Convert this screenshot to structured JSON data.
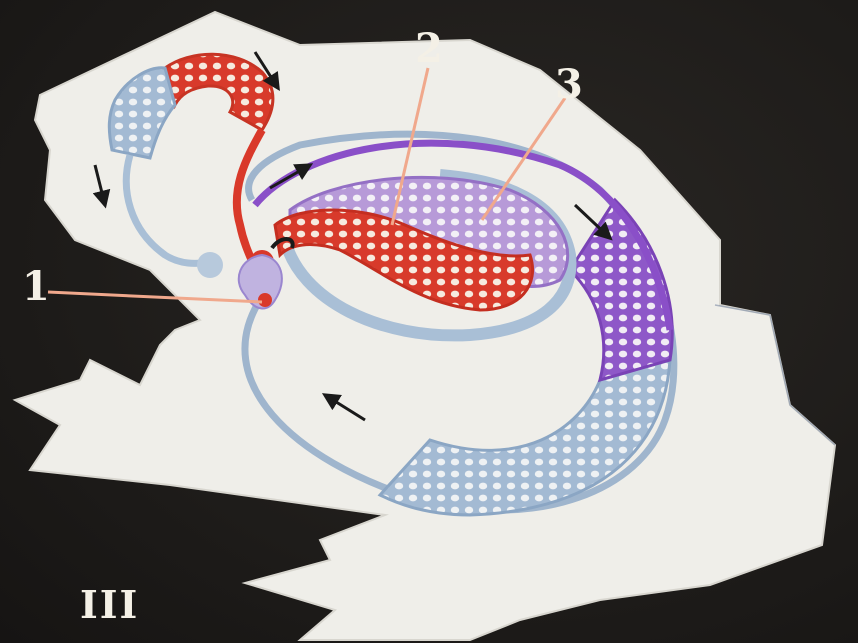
{
  "plate_number": "III",
  "labels": [
    {
      "id": "1",
      "text": "1"
    },
    {
      "id": "2",
      "text": "2"
    },
    {
      "id": "3",
      "text": "3"
    }
  ],
  "colors": {
    "background": "#1f1d1b",
    "paper": "#efeee9",
    "oxygenated": "#d9392a",
    "deoxygenated": "#a9bfd6",
    "mixed": "#8a58c4",
    "label": "#f4f0e6",
    "leader": "#f0a88c"
  }
}
